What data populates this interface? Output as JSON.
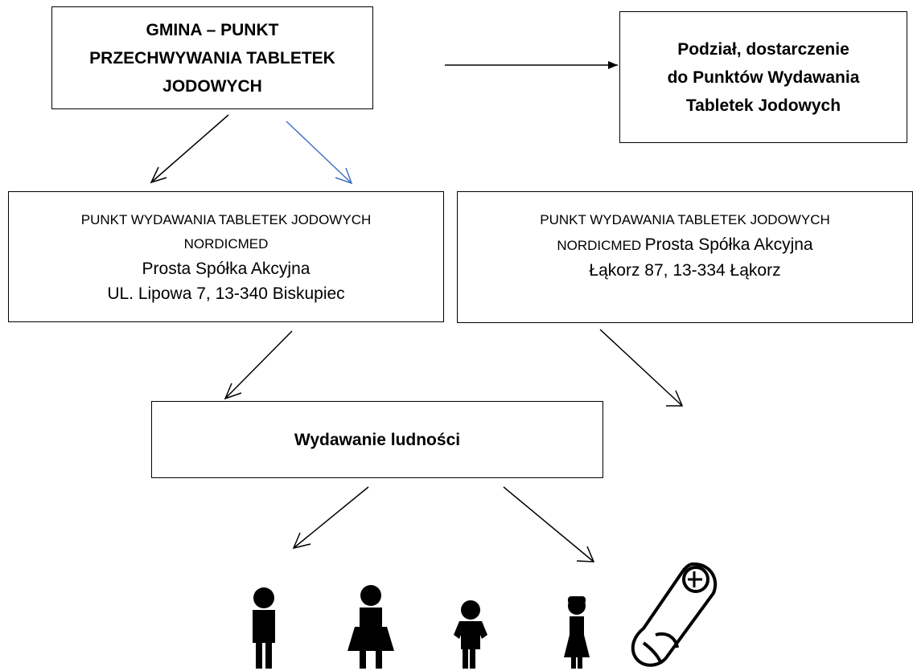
{
  "colors": {
    "line": "#000000",
    "accent_arrow": "#4472C4",
    "background": "#ffffff"
  },
  "gmina_box": {
    "lines": [
      "GMINA – PUNKT",
      "PRZECHWYWANIA TABLETEK",
      "JODOWYCH"
    ]
  },
  "podzial_box": {
    "lines": [
      "Podział, dostarczenie",
      "do Punktów Wydawania",
      "Tabletek Jodowych"
    ]
  },
  "punkt1_box": {
    "line1": "PUNKT WYDAWANIA TABLETEK JODOWYCH",
    "line2": "NORDICMED",
    "line3": "Prosta Spółka Akcyjna",
    "line4": "UL. Lipowa 7, 13-340 Biskupiec"
  },
  "punkt2_box": {
    "line1": "PUNKT WYDAWANIA TABLETEK JODOWYCH",
    "line2_prefix": "NORDICMED",
    "line2_suffix": "Prosta Spółka Akcyjna",
    "line3": "Łąkorz 87, 13-334 Łąkorz"
  },
  "wydawanie_box": {
    "label": "Wydawanie ludności"
  },
  "population_icons": [
    "man-icon",
    "woman-icon",
    "boy-icon",
    "girl-icon",
    "infant-icon"
  ]
}
